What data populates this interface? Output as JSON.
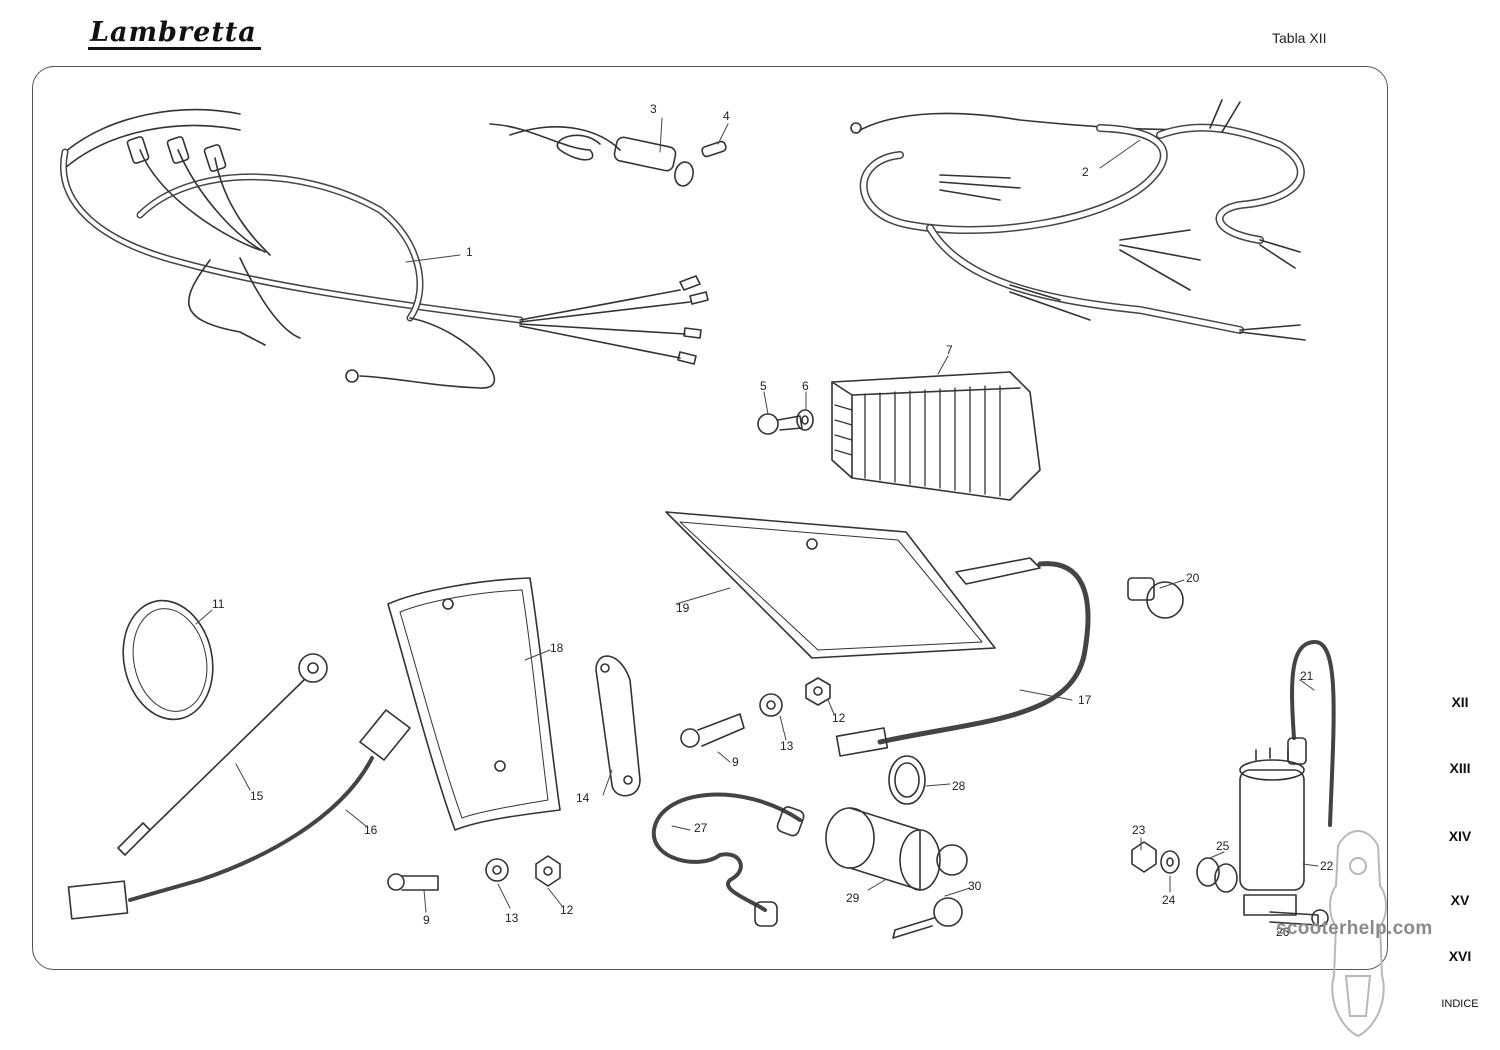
{
  "header": {
    "brand_logo": "Lambretta",
    "table_title": "Tabla XII"
  },
  "navigation": [
    {
      "label": "XII"
    },
    {
      "label": "XIII"
    },
    {
      "label": "XIV"
    },
    {
      "label": "XV"
    },
    {
      "label": "XVI"
    },
    {
      "label": "INDICE"
    }
  ],
  "watermark": "scooterhelp.com",
  "part_labels": [
    "1",
    "2",
    "3",
    "4",
    "5",
    "6",
    "7",
    "9",
    "9",
    "11",
    "12",
    "12",
    "13",
    "13",
    "14",
    "15",
    "16",
    "17",
    "18",
    "19",
    "20",
    "21",
    "22",
    "23",
    "24",
    "25",
    "26",
    "27",
    "28",
    "29",
    "30"
  ],
  "colors": {
    "ink": "#1a1a1a",
    "line": "#333333",
    "frame": "#555555",
    "watermark": "#8a8a8a"
  }
}
